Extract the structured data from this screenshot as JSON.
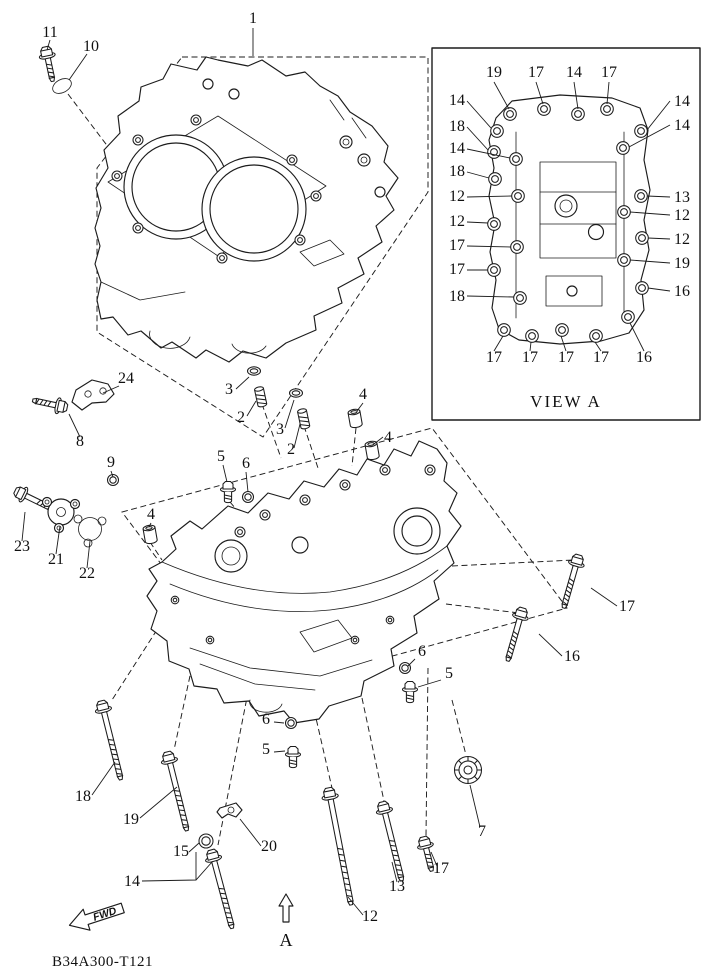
{
  "page": {
    "background": "#ffffff",
    "line_color": "#1c1c1c"
  },
  "drawing_code": "B34A300-T121",
  "fwd_arrow_label": "FWD",
  "section_arrow_label": "A",
  "view_a": {
    "label": "VIEW A",
    "top": [
      "19",
      "17",
      "14",
      "17"
    ],
    "left": [
      "14",
      "18",
      "14",
      "18",
      "12",
      "12",
      "17",
      "17",
      "18"
    ],
    "right": [
      "14",
      "14",
      "13",
      "12",
      "12",
      "19",
      "16"
    ],
    "bottom": [
      "17",
      "17",
      "17",
      "17",
      "16"
    ]
  },
  "main_callouts": [
    "11",
    "10",
    "1",
    "24",
    "8",
    "9",
    "23",
    "21",
    "22",
    "3",
    "2",
    "3",
    "2",
    "4",
    "4",
    "5",
    "6",
    "4",
    "17",
    "16",
    "6",
    "5",
    "6",
    "5",
    "7",
    "18",
    "19",
    "20",
    "15",
    "14",
    "12",
    "13",
    "17"
  ]
}
